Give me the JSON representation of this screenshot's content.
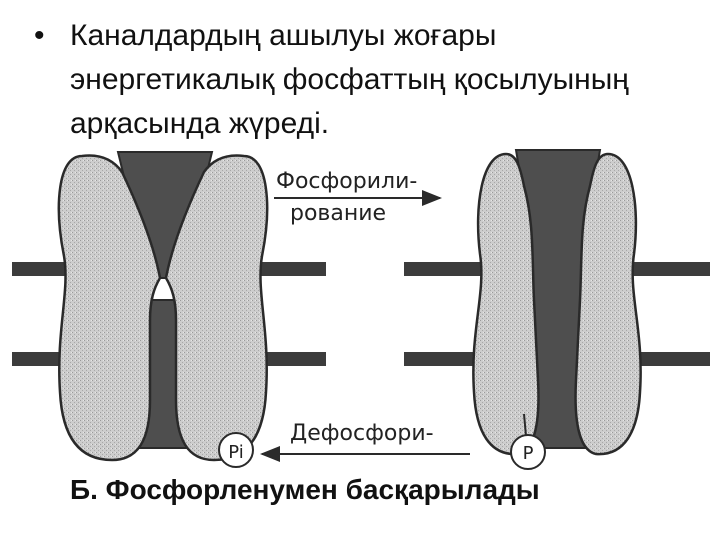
{
  "bullet": {
    "symbol": "•",
    "lines": [
      "Каналдардың ашылуы жоғары",
      "энергетикалық фосфаттың қосылуының",
      "арқасында жүреді."
    ]
  },
  "diagram": {
    "phosphorylation_label_line1": "Фосфорили-",
    "phosphorylation_label_line2": "рование",
    "dephosphorylation_label": "Дефосфори-",
    "released_phosphate_label": "Pi",
    "bound_phosphate_label": "P",
    "colors": {
      "membrane": "#3c3c3c",
      "protein": "#c9c9c9",
      "pore": "#4e4e4e",
      "outline": "#2a2a2a"
    }
  },
  "caption": "Б. Фосфорленумен басқарылады"
}
